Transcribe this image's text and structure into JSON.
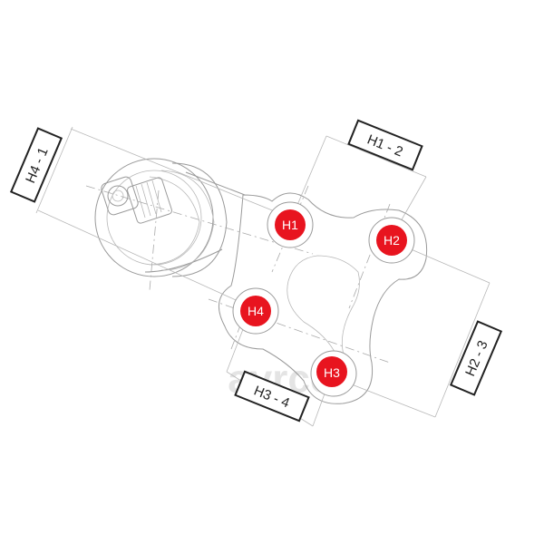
{
  "holes": [
    {
      "id": "h1",
      "label": "H1",
      "color": "#e8141f"
    },
    {
      "id": "h2",
      "label": "H2",
      "color": "#e8141f"
    },
    {
      "id": "h3",
      "label": "H3",
      "color": "#e8141f"
    },
    {
      "id": "h4",
      "label": "H4",
      "color": "#e8141f"
    }
  ],
  "dimensions": {
    "h1_2": "H1 - 2",
    "h2_3": "H2 - 3",
    "h3_4": "H3 - 4",
    "h4_1": "H4 - 1"
  },
  "watermark": {
    "text": "avrco"
  },
  "colors": {
    "marker": "#e8141f",
    "drawing": "#9a9a9a",
    "frame": "#222222"
  }
}
